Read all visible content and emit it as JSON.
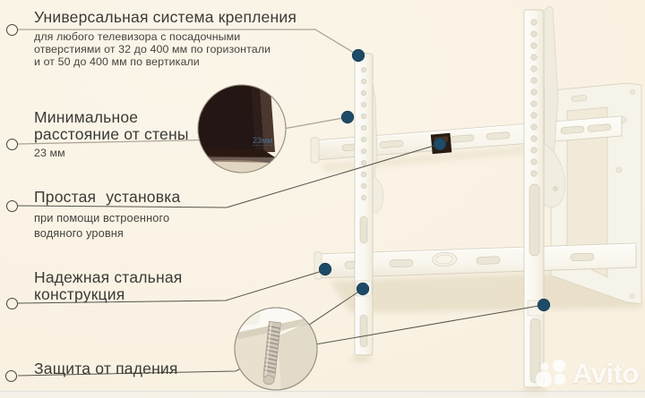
{
  "annotations": [
    {
      "title": "Универсальная система крепления",
      "desc_lines": [
        "для любого телевизора с посадочными",
        "отверстиями от 32 до 400 мм по горизонтали",
        "и от 50 до 400 мм по вертикали"
      ]
    },
    {
      "title_lines": [
        "Минимальное",
        "расстояние от стены"
      ],
      "value": "23 мм"
    },
    {
      "title": "Простая установка",
      "desc_lines": [
        "при помощи встроенного",
        "водяного уровня"
      ]
    },
    {
      "title_lines": [
        "Надежная стальная",
        "конструкция"
      ]
    },
    {
      "title": "Защита от падения"
    }
  ],
  "insets": {
    "tv": {
      "label": "23мм"
    },
    "screw": {
      "label": ""
    }
  },
  "watermark": {
    "brand": "Avito"
  },
  "colors": {
    "background": "#f9f2e3",
    "callout_dot": "#1d4a66",
    "line_light": "#a8a092",
    "line_dark": "#56544b",
    "text": "#3b3a35"
  }
}
